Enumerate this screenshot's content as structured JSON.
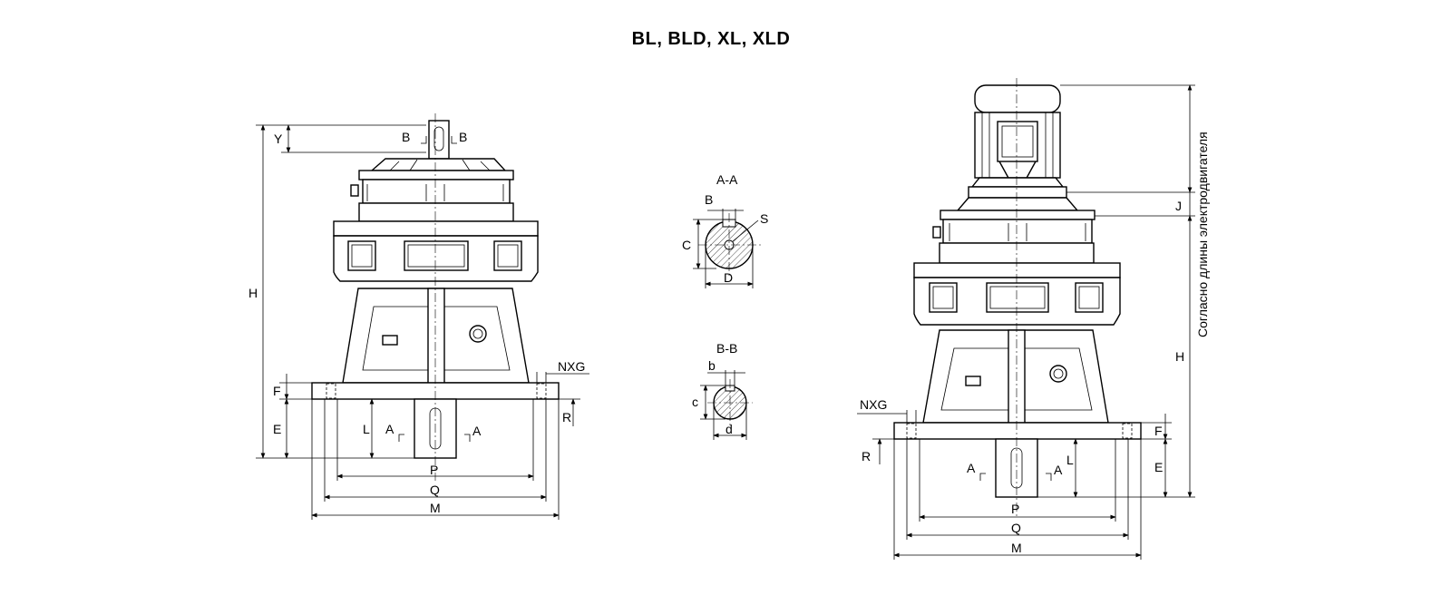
{
  "title": "BL, BLD, XL, XLD",
  "left_view": {
    "dims": {
      "Y": "Y",
      "H": "H",
      "F": "F",
      "E": "E",
      "L": "L",
      "R": "R",
      "P": "P",
      "Q": "Q",
      "M": "M",
      "NXG": "NXG",
      "A": "A",
      "B": "B"
    }
  },
  "section_aa": {
    "title": "A-A",
    "B": "B",
    "S": "S",
    "C": "C",
    "D": "D"
  },
  "section_bb": {
    "title": "B-B",
    "b": "b",
    "c": "c",
    "d": "d"
  },
  "right_view": {
    "dims": {
      "J": "J",
      "H": "H",
      "F": "F",
      "E": "E",
      "L": "L",
      "R": "R",
      "P": "P",
      "Q": "Q",
      "M": "M",
      "NXG": "NXG",
      "A": "A"
    },
    "motor_note": "Согласно длины электродвигателя"
  }
}
